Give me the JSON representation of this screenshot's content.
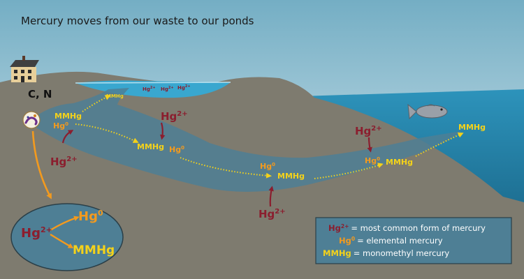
{
  "title": "Mercury moves from our waste to our ponds",
  "source_label": "C, N",
  "colors": {
    "sky_top": "#7ab3c8",
    "sky_bottom": "#d9eaf1",
    "ground": "#7e7b6f",
    "water": "#2f95bb",
    "plume": "#4e7f95",
    "hg2": "#8b1e2e",
    "hg0": "#f39a1e",
    "mmhg": "#f4d21a",
    "orange_arrow": "#f39a1e"
  },
  "species": {
    "hg2_base": "Hg",
    "hg2_sup": "2+",
    "hg0_base": "Hg",
    "hg0_sup": "0",
    "mmhg": "MMHg"
  },
  "legend": {
    "items": [
      {
        "symbol_base": "Hg",
        "symbol_sup": "2+",
        "desc": "= most common form of mercury",
        "color": "#8b1e2e"
      },
      {
        "symbol_base": "Hg",
        "symbol_sup": "0",
        "desc": "= elemental mercury",
        "color": "#f39a1e"
      },
      {
        "symbol_base": "",
        "symbol_sup": "",
        "symbol_text": "MMHg",
        "desc": "= monomethyl mercury",
        "color": "#f4d21a"
      }
    ]
  },
  "icons": [
    "house-icon",
    "microbe-icon",
    "fish-icon"
  ]
}
